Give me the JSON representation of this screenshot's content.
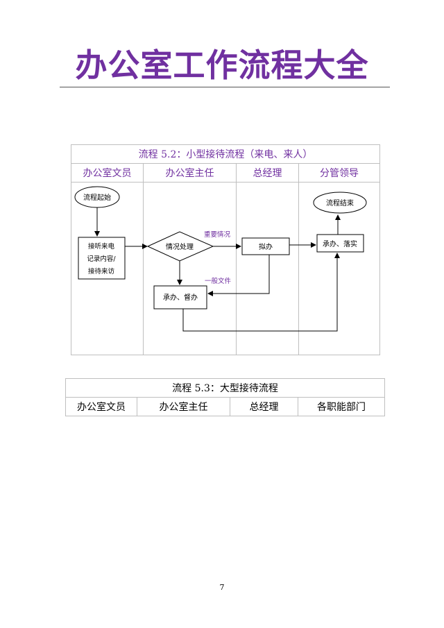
{
  "document": {
    "title": "办公室工作流程大全",
    "page_number": "7"
  },
  "flow_5_2": {
    "caption": "流程 5.2：小型接待流程（来电、来人）",
    "lanes": [
      "办公室文员",
      "办公室主任",
      "总经理",
      "分管领导"
    ],
    "nodes": {
      "start": "流程起始",
      "receive_line1": "接听来电",
      "receive_line2": "记录内容/",
      "receive_line3": "接待来访",
      "handle": "情况处理",
      "draft": "拟办",
      "implement": "承办、落实",
      "end": "流程结束",
      "supervise": "承办、督办"
    },
    "edge_labels": {
      "important": "重要情况",
      "general": "一般文件"
    }
  },
  "flow_5_3": {
    "caption": "流程 5.3：大型接待流程",
    "lanes": [
      "办公室文员",
      "办公室主任",
      "总经理",
      "各职能部门"
    ]
  },
  "colors": {
    "accent_purple": "#7030a0",
    "border_gray": "#bfbfbf"
  }
}
